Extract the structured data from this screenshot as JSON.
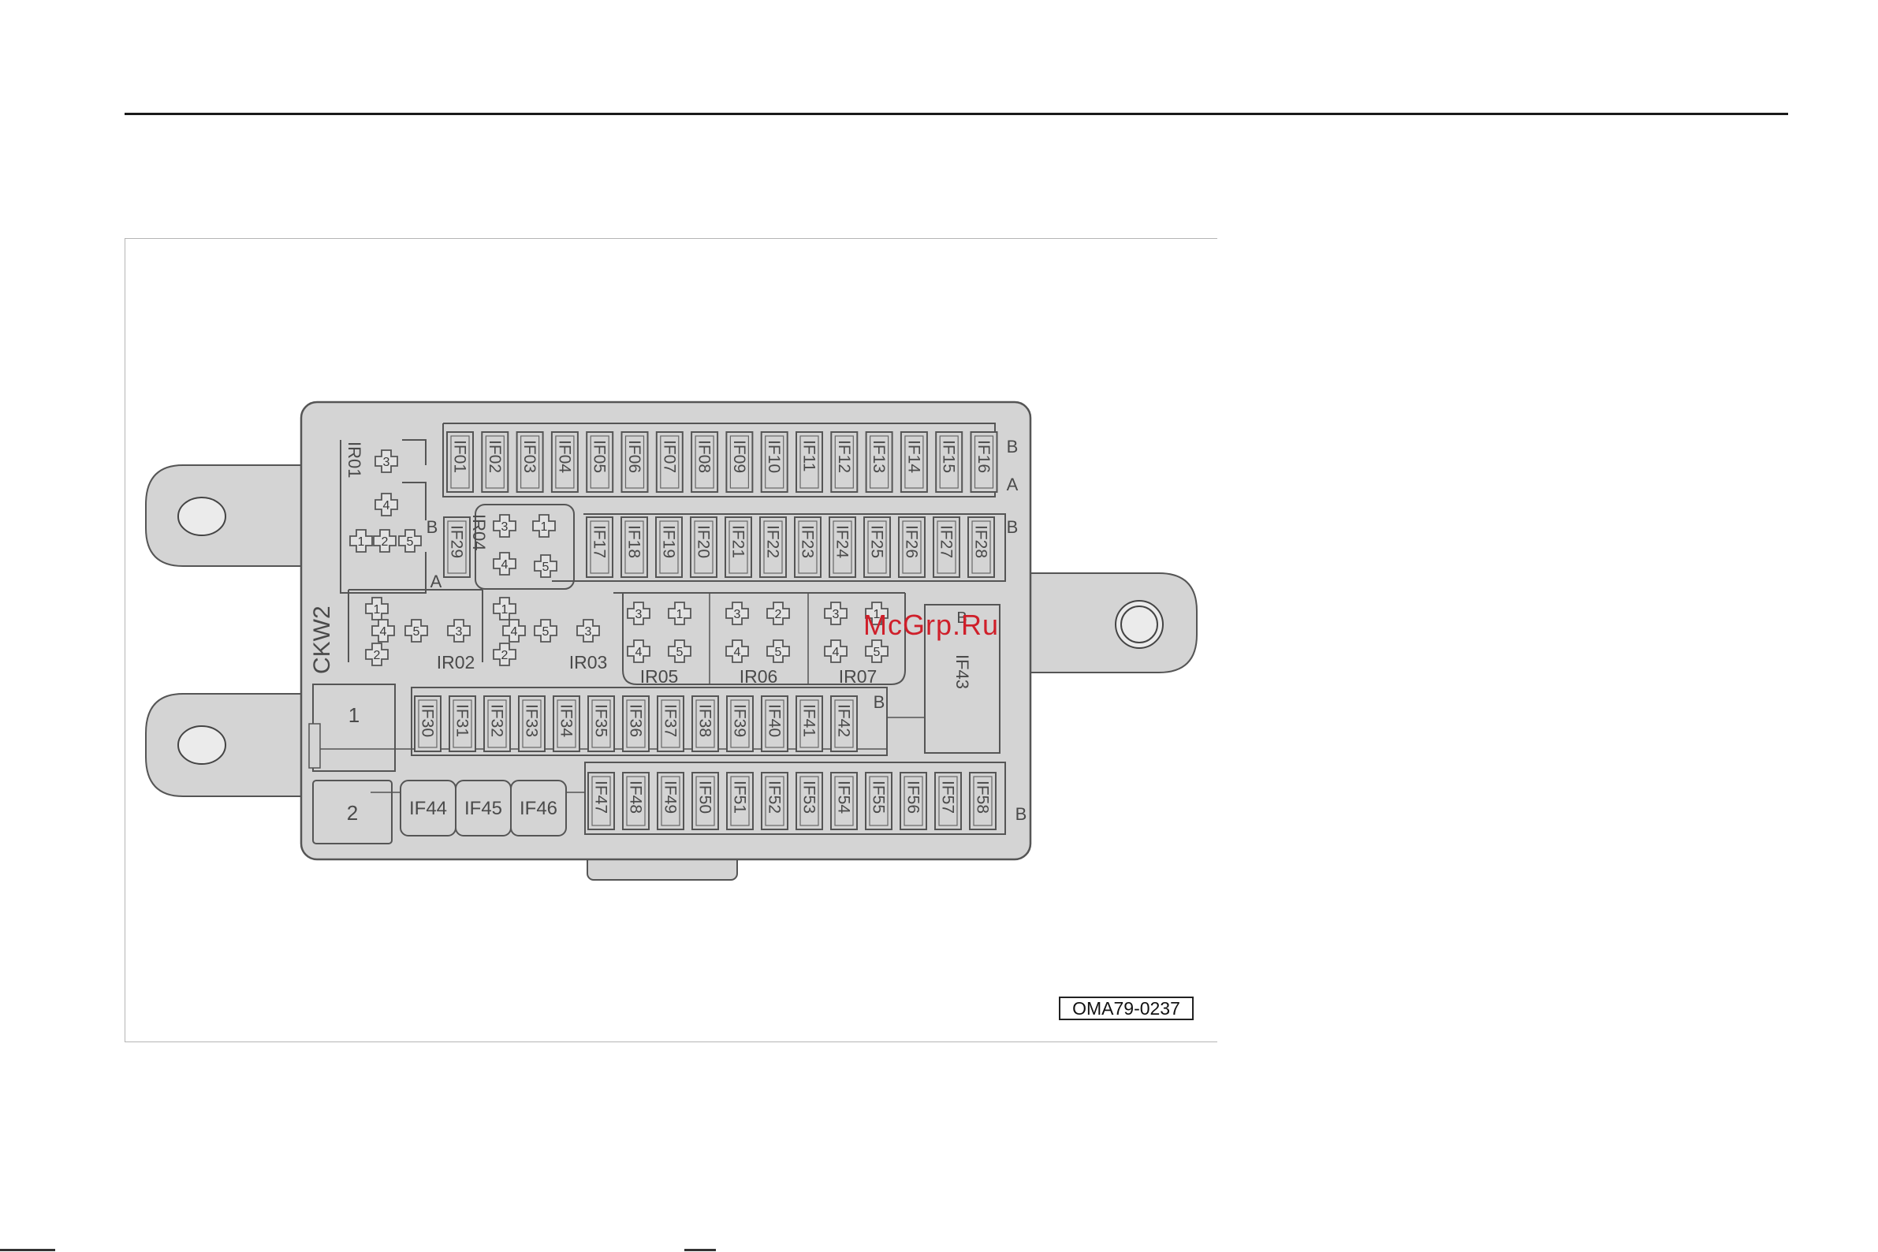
{
  "figure_code": "OMA79-0237",
  "watermark": "McGrp.Ru",
  "box_label": "CKW2",
  "row1": {
    "fuses": [
      "IF01",
      "IF02",
      "IF03",
      "IF04",
      "IF05",
      "IF06",
      "IF07",
      "IF08",
      "IF09",
      "IF10",
      "IF11",
      "IF12",
      "IF13",
      "IF14",
      "IF15",
      "IF16"
    ],
    "side_labels": [
      "B",
      "A"
    ]
  },
  "row2": {
    "fuses_left": [
      "IF29"
    ],
    "fuses": [
      "IF17",
      "IF18",
      "IF19",
      "IF20",
      "IF21",
      "IF22",
      "IF23",
      "IF24",
      "IF25",
      "IF26",
      "IF27",
      "IF28"
    ],
    "side_labels": [
      "B"
    ],
    "left_labels": [
      "B",
      "A"
    ]
  },
  "relays": {
    "IR01": {
      "label": "IR01",
      "pins": [
        "3",
        "4",
        "1",
        "2",
        "5"
      ]
    },
    "IR02": {
      "label": "IR02",
      "pins": [
        "1",
        "4",
        "2",
        "5",
        "3"
      ]
    },
    "IR03": {
      "label": "IR03",
      "pins": [
        "1",
        "4",
        "2",
        "5",
        "3"
      ]
    },
    "IR04": {
      "label": "IR04",
      "pins": [
        "3",
        "1",
        "4",
        "5"
      ]
    },
    "IR05": {
      "label": "IR05",
      "pins": [
        "3",
        "1",
        "4",
        "5"
      ]
    },
    "IR06": {
      "label": "IR06",
      "pins": [
        "3",
        "2",
        "4",
        "5"
      ]
    },
    "IR07": {
      "label": "IR07",
      "pins": [
        "3",
        "1",
        "4",
        "5"
      ]
    }
  },
  "row3": {
    "fuses": [
      "IF30",
      "IF31",
      "IF32",
      "IF33",
      "IF34",
      "IF35",
      "IF36",
      "IF37",
      "IF38",
      "IF39",
      "IF40",
      "IF41",
      "IF42"
    ],
    "side_labels": [
      "B"
    ]
  },
  "if43": {
    "label": "IF43",
    "side_label": "B"
  },
  "row4": {
    "large_fuses": [
      "IF44",
      "IF45",
      "IF46"
    ],
    "fuses": [
      "IF47",
      "IF48",
      "IF49",
      "IF50",
      "IF51",
      "IF52",
      "IF53",
      "IF54",
      "IF55",
      "IF56",
      "IF57",
      "IF58"
    ],
    "side_labels": [
      "B"
    ]
  },
  "connectors": [
    "1",
    "2"
  ],
  "colors": {
    "box_fill": "#d4d4d4",
    "outline": "#555555",
    "text": "#4a4a4a",
    "watermark": "#cf1f2a"
  }
}
